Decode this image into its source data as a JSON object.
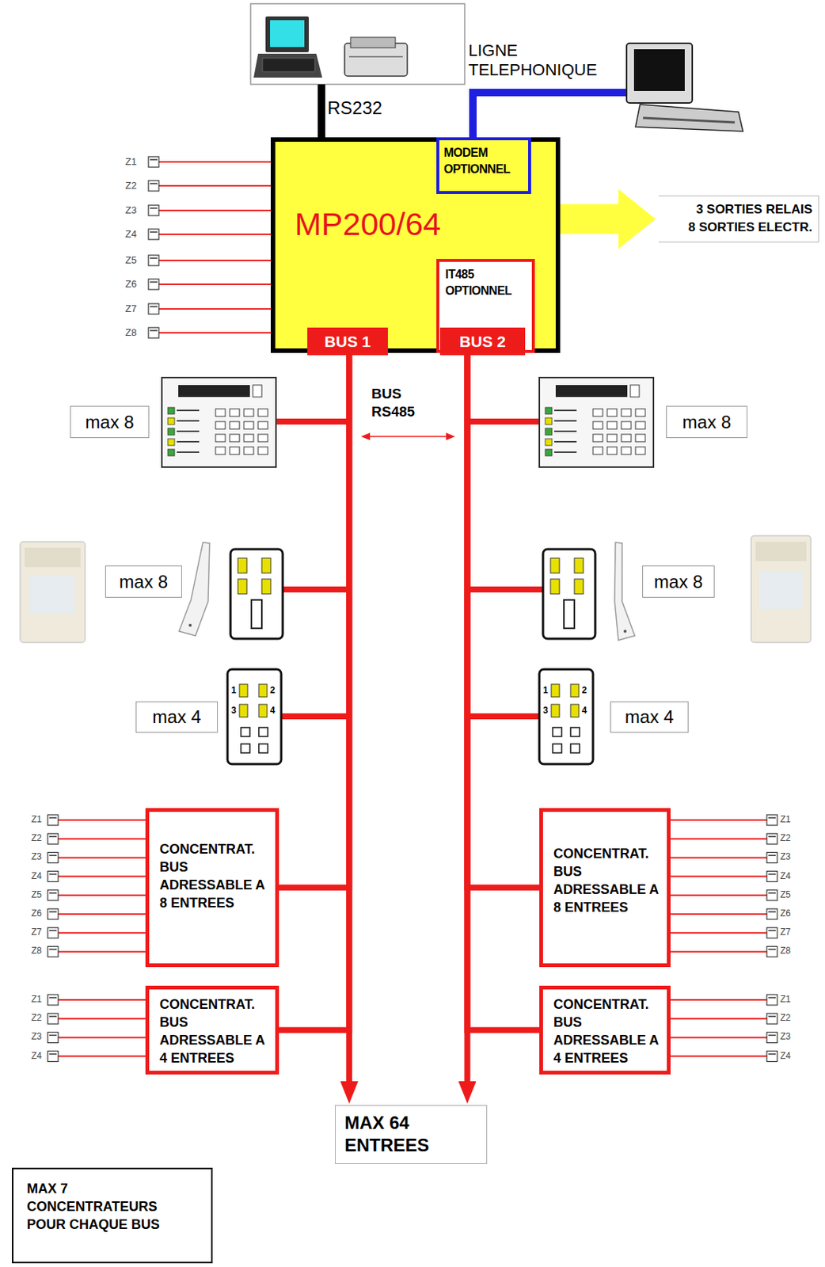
{
  "diagram": {
    "nodes": [
      {
        "text": [
          "MP200/64"
        ]
      },
      {
        "text": [
          "MODEM OPTIONNEL"
        ],
        "in": 0
      },
      {
        "text": [
          "IT485 OPTIONNEL"
        ],
        "in": 0
      },
      {
        "text": [
          "BUS 1"
        ],
        "in": 0
      },
      {
        "text": [
          "BUS 2"
        ],
        "in": 2
      },
      {
        "text": [
          "3 SORTIES RELAIS",
          "8 SORTIES ELECTR."
        ]
      },
      {
        "text": [
          "max 8"
        ]
      },
      {
        "text": [
          "max 8"
        ]
      },
      {
        "text": [
          "max 8"
        ]
      },
      {
        "text": [
          "max 8"
        ]
      },
      {
        "text": [
          "max 4"
        ]
      },
      {
        "text": [
          "max 4"
        ]
      },
      {
        "text": [
          "CONCENTRAT. BUS ADRESSABLE A 8 ENTREES"
        ]
      },
      {
        "text": [
          "CONCENTRAT. BUS ADRESSABLE A 8 ENTREES"
        ]
      },
      {
        "text": [
          "CONCENTRAT. BUS ADRESSABLE A 4 ENTREES"
        ]
      },
      {
        "text": [
          "CONCENTRAT. BUS ADRESSABLE A 4 ENTREES"
        ]
      },
      {
        "text": [
          "MAX 64 ENTREES"
        ]
      },
      {
        "text": [
          "MAX 7 CONCENTRATEURS POUR CHAQUE BUS"
        ]
      }
    ],
    "edges": [
      {
        "from": 0,
        "to": 5,
        "arrow": "to"
      },
      {
        "from": 3,
        "to": 16,
        "arrow": "to"
      },
      {
        "from": 4,
        "to": 16,
        "arrow": "to"
      },
      {
        "from": 3,
        "to": 12,
        "arrow": "none"
      },
      {
        "from": 3,
        "to": 14,
        "arrow": "none"
      },
      {
        "from": 4,
        "to": 13,
        "arrow": "none"
      },
      {
        "from": 4,
        "to": 15,
        "arrow": "none"
      }
    ],
    "labels": [
      "RS232",
      "LIGNE TELEPHONIQUE",
      "Z1",
      "Z2",
      "Z3",
      "Z4",
      "Z5",
      "Z6",
      "Z7",
      "Z8",
      "BUS RS485",
      "1",
      "2",
      "3",
      "4",
      "1",
      "2",
      "3",
      "4",
      "Z1",
      "Z2",
      "Z3",
      "Z4",
      "Z5",
      "Z6",
      "Z7",
      "Z8",
      "Z1",
      "Z2",
      "Z3",
      "Z4",
      "Z5",
      "Z6",
      "Z7",
      "Z8",
      "Z1",
      "Z2",
      "Z3",
      "Z4",
      "Z1",
      "Z2",
      "Z3",
      "Z4"
    ]
  }
}
